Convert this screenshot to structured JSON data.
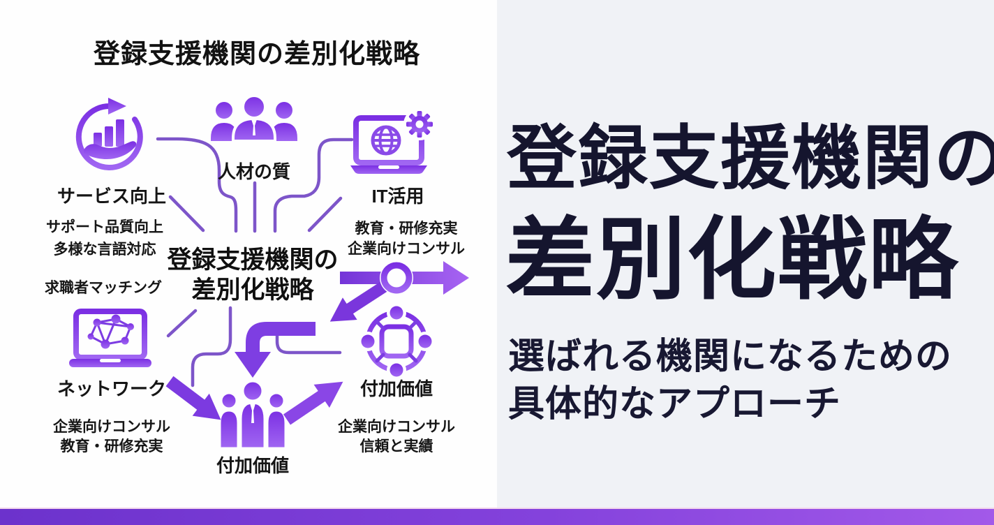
{
  "left_panel": {
    "title": "登録支援機関の差別化戦略",
    "center_line1": "登録支援機関の",
    "center_line2": "差別化戦略",
    "service_label": "サービス向上",
    "service_note1": "サポート品質向上",
    "service_note2": "多様な言語対応",
    "service_note3": "求職者マッチング",
    "talent_label": "人材の質",
    "it_label": "IT活用",
    "it_note1": "教育・研修充実",
    "it_note2": "企業向けコンサル",
    "network_label": "ネットワーク",
    "network_note1": "企業向けコンサル",
    "network_note2": "教育・研修充実",
    "value_center_label": "付加価値",
    "value_right_label": "付加価値",
    "value_right_note1": "企業向けコンサル",
    "value_right_note2": "信頼と実績"
  },
  "right_panel": {
    "title_line1": "登録支援機関の",
    "title_line2": "差別化戦略",
    "subtitle_line1": "選ばれる機関になるための",
    "subtitle_line2": "具体的なアプローチ"
  },
  "icons": {
    "service": "growth-cycle-icon",
    "talent": "people-group-icon",
    "it": "laptop-gear-icon",
    "network": "laptop-network-icon",
    "value_people": "people-team-icon",
    "value_sphere": "network-sphere-icon"
  },
  "colors": {
    "purple_dark": "#7b2fe3",
    "purple_light": "#a066f2",
    "connector_purple": "#7d55c9",
    "title_navy": "#15152e",
    "left_bg": "#fefefe",
    "right_bg": "#f0f2f6",
    "bar_gradient_left": "#6c32cc",
    "bar_gradient_right": "#a259e9"
  }
}
